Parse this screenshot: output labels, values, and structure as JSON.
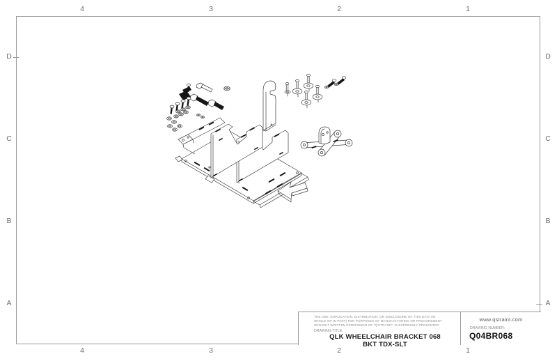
{
  "sheet": {
    "background": "#ffffff",
    "border_color": "#9a9a9a",
    "zone_label_color": "#6e6e6e",
    "line_color": "#3c3c3c"
  },
  "border": {
    "columns": [
      "4",
      "3",
      "2",
      "1"
    ],
    "rows": [
      "D",
      "C",
      "B",
      "A"
    ]
  },
  "title_block": {
    "disclaimer_line1": "THE USE, DUPLICATION, DISTRIBUTION, OR DISCLOSURE OF THIS DATA (IN",
    "disclaimer_line2": "WHOLE OR IN PART) FOR PURPOSES OF MANUFACTURING OR PROCUREMENT",
    "disclaimer_line3": "WITHOUT WRITTEN PERMISSION OF \"Q'STRAINT\" IS EXPRESSLY PROHIBITED.",
    "drawing_title_label": "DRAWING TITLE:",
    "title_line1": "QLK WHEELCHAIR BRACKET 068",
    "title_line2": "BKT TDX-SLT",
    "website": "www.qstraint.com",
    "drawing_number_label": "DRAWING NUMBER:",
    "drawing_number": "Q04BR068"
  },
  "drawing": {
    "view": "exploded-isometric-view",
    "parts": [
      "hex-bolts",
      "pan-head-screws",
      "washers",
      "hex-nuts",
      "spacer-block",
      "belt-guide-strap",
      "washer-screws",
      "stud-fasteners",
      "swivel-cross-plate",
      "side-bracket",
      "partition-plate-front",
      "partition-plate-rear",
      "base-plate",
      "direction-arrow"
    ]
  }
}
